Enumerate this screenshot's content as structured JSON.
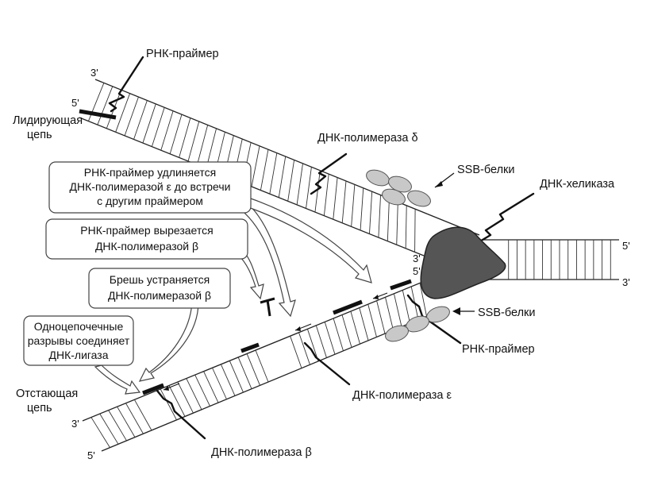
{
  "diagram": {
    "labels": {
      "rna_primer_top": "РНК-праймер",
      "leading_strand_line1": "Лидирующая",
      "leading_strand_line2": "цепь",
      "dna_pol_delta": "ДНК-полимераза δ",
      "ssb_top": "SSB-белки",
      "dna_helicase": "ДНК-хеликаза",
      "ssb_bottom": "SSB-белки",
      "rna_primer_bottom": "РНК-праймер",
      "dna_pol_epsilon": "ДНК-полимераза ε",
      "lagging_strand_line1": "Отстающая",
      "lagging_strand_line2": "цепь",
      "dna_pol_beta": "ДНК-полимераза β"
    },
    "ends": {
      "top_left_3": "3'",
      "top_left_5": "5'",
      "right_top_5": "5'",
      "right_bottom_3": "3'",
      "fork_3": "3'",
      "fork_5": "5'",
      "bottom_left_3": "3'",
      "bottom_left_5": "5'"
    },
    "callouts": [
      {
        "lines": [
          "РНК-праймер удлиняется",
          "ДНК-полимеразой ε до встречи",
          "с другим праймером"
        ]
      },
      {
        "lines": [
          "РНК-праймер вырезается",
          "ДНК-полимеразой β"
        ]
      },
      {
        "lines": [
          "Брешь устраняется",
          "ДНК-полимеразой β"
        ]
      },
      {
        "lines": [
          "Одноцепочечные",
          "разрывы соединяет",
          "ДНК-лигаза"
        ]
      }
    ],
    "colors": {
      "helicase_fill": "#555555",
      "ssb_fill": "#c8c8c8",
      "line": "#111111"
    }
  }
}
